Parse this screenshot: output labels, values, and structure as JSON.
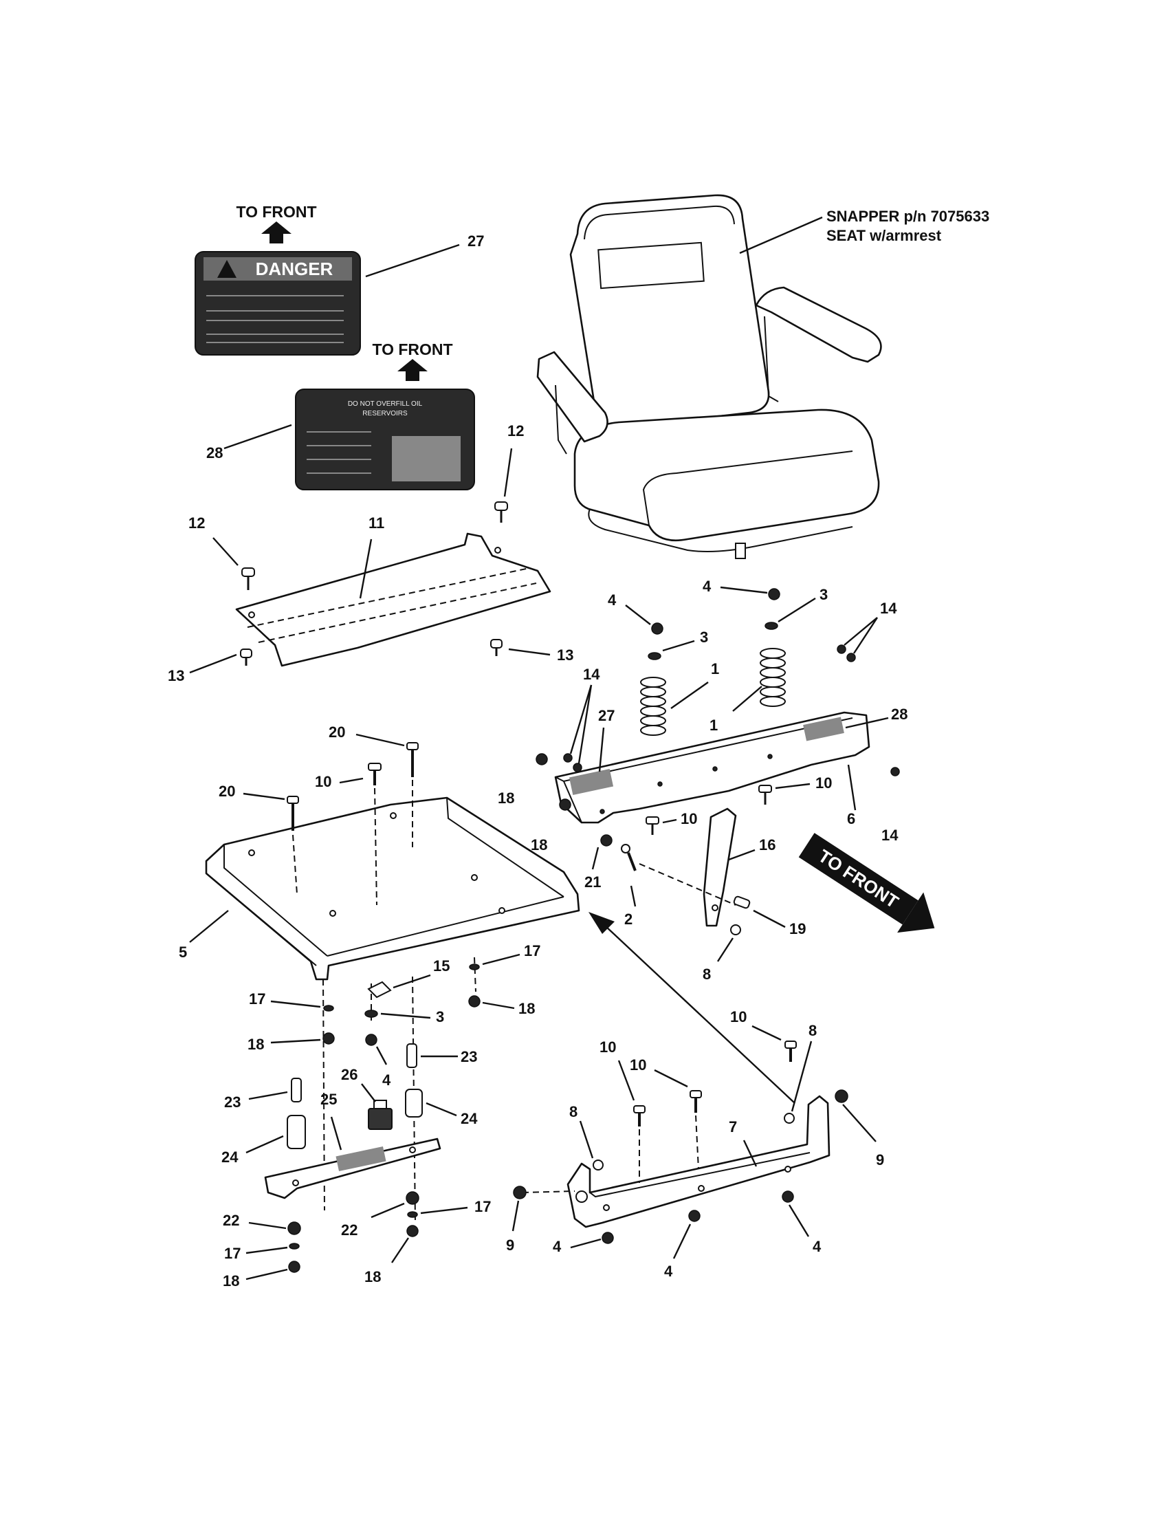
{
  "header": {
    "to_front_1": "TO FRONT",
    "to_front_2": "TO FRONT",
    "to_front_3": "TO FRONT"
  },
  "seat_callout": {
    "line1": "SNAPPER p/n 7075633",
    "line2": "SEAT w/armrest"
  },
  "decals": {
    "danger_title": "DANGER",
    "oil_line1": "DO NOT OVERFILL OIL",
    "oil_line2": "RESERVOIRS"
  },
  "labels": {
    "l27a": "27",
    "l28a": "28",
    "l12a": "12",
    "l12b": "12",
    "l11": "11",
    "l13a": "13",
    "l13b": "13",
    "l4a": "4",
    "l3a": "3",
    "l4b": "4",
    "l3b": "3",
    "l14a": "14",
    "l1a": "1",
    "l1b": "1",
    "l14b": "14",
    "l27b": "27",
    "l28b": "28",
    "l20a": "20",
    "l20b": "20",
    "l10a": "10",
    "l18a": "18",
    "l18b": "18",
    "l10b": "10",
    "l10c": "10",
    "l6": "6",
    "l14c": "14",
    "l16": "16",
    "l21": "21",
    "l2": "2",
    "l19": "19",
    "l8a": "8",
    "l5": "5",
    "l15": "15",
    "l17a": "17",
    "l17b": "17",
    "l3c": "3",
    "l18c": "18",
    "l18d": "18",
    "l4c": "4",
    "l23a": "23",
    "l26": "26",
    "l25": "25",
    "l23b": "23",
    "l24a": "24",
    "l24b": "24",
    "l10d": "10",
    "l10e": "10",
    "l10f": "10",
    "l8b": "8",
    "l8c": "8",
    "l7": "7",
    "l9a": "9",
    "l9b": "9",
    "l22a": "22",
    "l22b": "22",
    "l17c": "17",
    "l17d": "17",
    "l18e": "18",
    "l18f": "18",
    "l4d": "4",
    "l4e": "4",
    "l4f": "4"
  },
  "colors": {
    "ink": "#111111",
    "paper": "#ffffff",
    "decal_fill": "#2a2a2a"
  }
}
